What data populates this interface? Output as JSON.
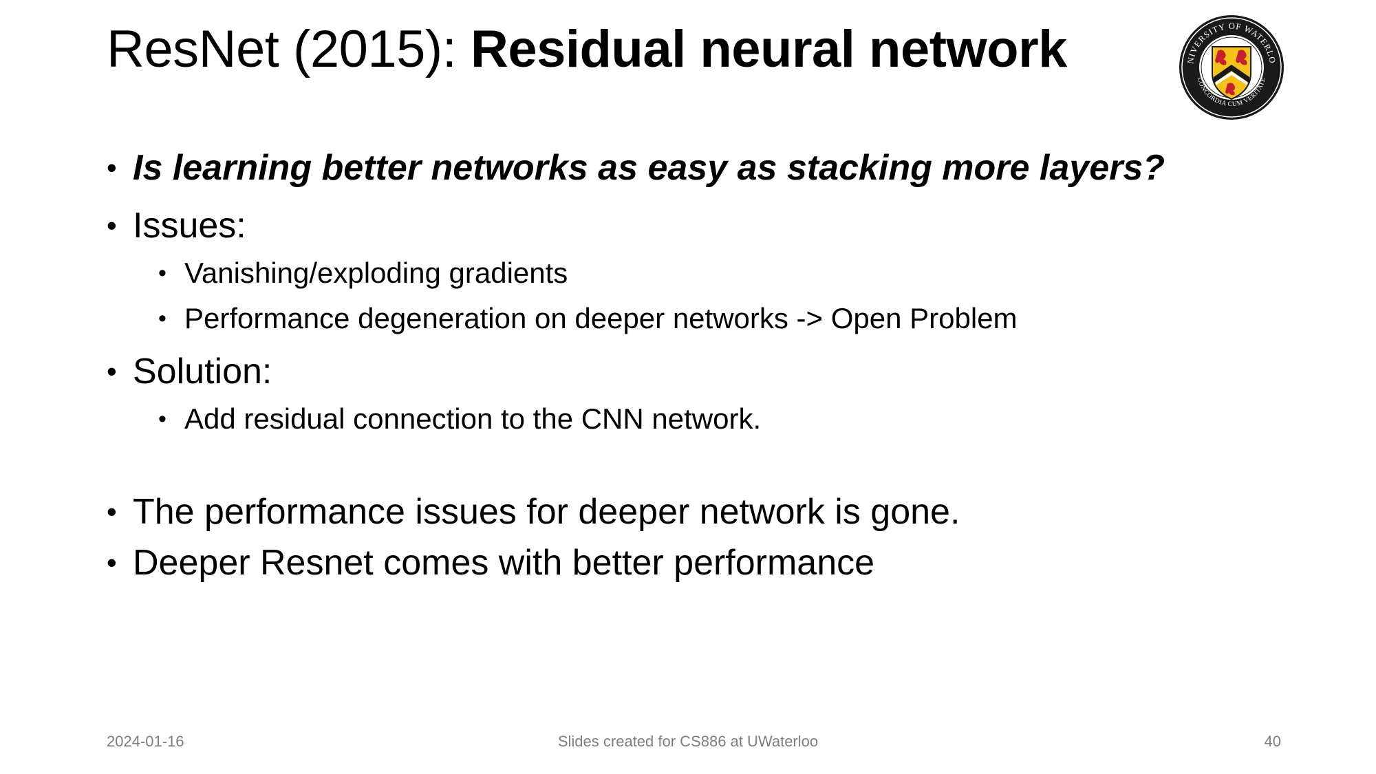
{
  "slide": {
    "title_plain": "ResNet (2015): ",
    "title_bold": "Residual neural network",
    "logo": {
      "icon": "university-of-waterloo-crest",
      "ring_color": "#1a1a1a",
      "shield_color": "#f3c318",
      "lion_color": "#c8202f"
    },
    "bullets": {
      "q": "Is learning better networks as easy as stacking more layers?",
      "issues": "Issues:",
      "issue_1": "Vanishing/exploding gradients",
      "issue_2": "Performance degeneration on deeper networks -> Open Problem",
      "solution": "Solution:",
      "solution_1": "Add residual connection to the CNN network.",
      "result_1": "The performance issues for deeper network is gone.",
      "result_2": "Deeper Resnet comes with better performance"
    },
    "bullet_char": "•"
  },
  "footer": {
    "date": "2024-01-16",
    "center": "Slides created for CS886 at UWaterloo",
    "page": "40"
  }
}
